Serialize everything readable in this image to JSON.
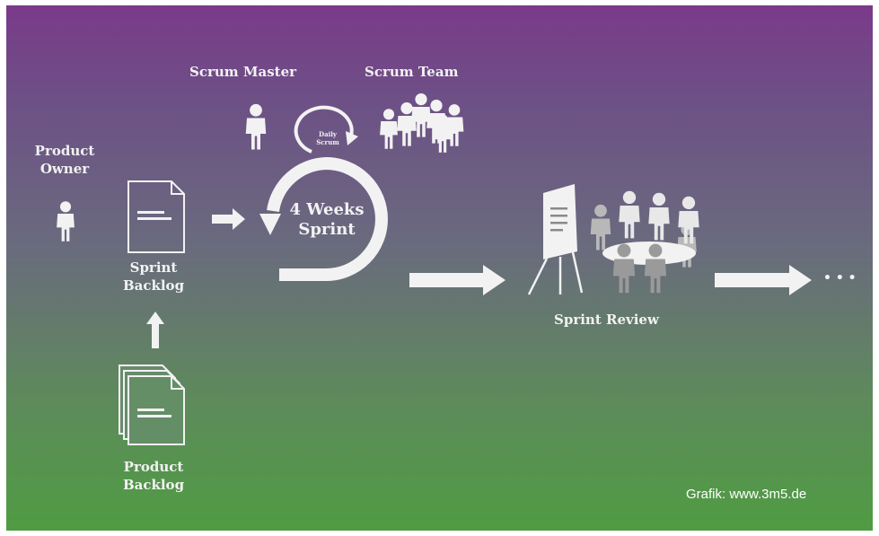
{
  "labels": {
    "product_owner_line1": "Product",
    "product_owner_line2": "Owner",
    "scrum_master": "Scrum Master",
    "scrum_team": "Scrum Team",
    "daily_scrum_line1": "Daily",
    "daily_scrum_line2": "Scrum",
    "sprint_line1": "4 Weeks",
    "sprint_line2": "Sprint",
    "sprint_backlog_line1": "Sprint",
    "sprint_backlog_line2": "Backlog",
    "product_backlog_line1": "Product",
    "product_backlog_line2": "Backlog",
    "sprint_review": "Sprint Review",
    "ellipsis": "• • •"
  },
  "credit": "Grafik: www.3m5.de",
  "colors": {
    "gradient_top": "#7a3a8a",
    "gradient_bottom": "#4f9c42",
    "foreground": "#f2f2f2",
    "review_people_dark": "#9a9a9a"
  }
}
